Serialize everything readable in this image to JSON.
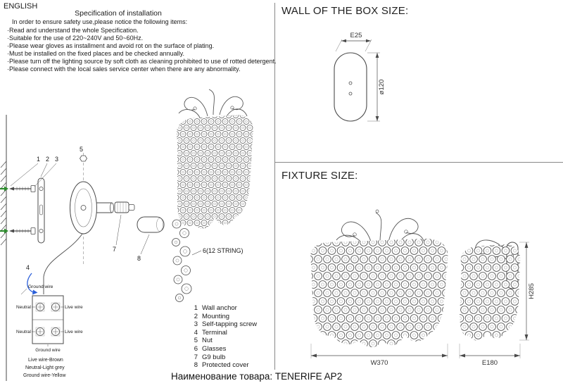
{
  "header": {
    "language": "ENGLISH"
  },
  "spec": {
    "title": "Specification of installation",
    "intro": "In order to ensure safety use,please notice the following items:",
    "items": [
      "Read and understand the whole Specification.",
      "Suitable for the use of 220~240V and 50~60Hz.",
      "Please wear gloves as installment and avoid rot on the surface of plating.",
      "Must be installed on the fixed places and be checked annually.",
      "Please turn off the lighting source by soft cloth as cleaning prohibited to use of rotted detergent.",
      "Please connect with the local sales service center when there are any abnormality."
    ]
  },
  "diagram": {
    "callouts": {
      "n1": "1",
      "n2": "2",
      "n3": "3",
      "n4": "4",
      "n5": "5",
      "n6": "6(12 STRING)",
      "n7": "7",
      "n8": "8"
    }
  },
  "wiring": {
    "ground_top": "Ground wire",
    "neutral_row1": "Neutral",
    "live_row1": "Live wire",
    "neutral_row2": "Neutral",
    "live_row2": "Live wire",
    "ground_bottom": "Ground wire",
    "legend": [
      "Live wire-Brown",
      "Neutral-Light grey",
      "Ground wire-Yellow"
    ]
  },
  "parts": {
    "items": [
      {
        "num": "1",
        "label": "Wall anchor"
      },
      {
        "num": "2",
        "label": "Mounting"
      },
      {
        "num": "3",
        "label": "Self-tapping screw"
      },
      {
        "num": "4",
        "label": "Terminal"
      },
      {
        "num": "5",
        "label": "Nut"
      },
      {
        "num": "6",
        "label": "Glasses"
      },
      {
        "num": "7",
        "label": "G9 bulb"
      },
      {
        "num": "8",
        "label": "Protected cover"
      }
    ]
  },
  "wall_box": {
    "title": "WALL OF THE BOX SIZE:",
    "dim_depth": "E25",
    "dim_diameter": "ø120"
  },
  "fixture": {
    "title": "FIXTURE SIZE:",
    "dim_width": "W370",
    "dim_depth": "E180",
    "dim_height": "H285"
  },
  "footer": {
    "product_name": "Наименование товара: TENERIFE AP2"
  },
  "colors": {
    "line": "#4a4a4a",
    "accent_green": "#2e8b2e",
    "accent_blue": "#2b5fd9"
  }
}
